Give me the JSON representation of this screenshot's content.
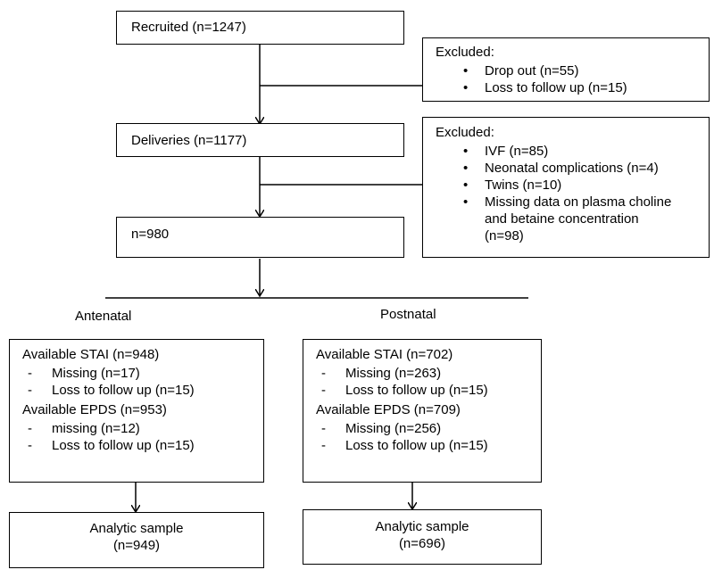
{
  "recruited": "Recruited (n=1247)",
  "excluded1": {
    "title": "Excluded:",
    "items": [
      "Drop out (n=55)",
      "Loss to follow up (n=15)"
    ]
  },
  "deliveries": "Deliveries (n=1177)",
  "excluded2": {
    "title": "Excluded:",
    "items": [
      "IVF (n=85)",
      "Neonatal complications (n=4)",
      "Twins (n=10)",
      "Missing data on plasma choline and betaine concentration (n=98)"
    ]
  },
  "n980": "n=980",
  "antenatal": {
    "label": "Antenatal",
    "stai": "Available STAI (n=948)",
    "stai_items": [
      "Missing (n=17)",
      "Loss to follow up (n=15)"
    ],
    "epds": "Available EPDS (n=953)",
    "epds_items": [
      "missing (n=12)",
      "Loss to follow up (n=15)"
    ],
    "sample_title": "Analytic sample",
    "sample_n": "(n=949)"
  },
  "postnatal": {
    "label": "Postnatal",
    "stai": "Available STAI (n=702)",
    "stai_items": [
      "Missing (n=263)",
      "Loss to follow up (n=15)"
    ],
    "epds": "Available EPDS (n=709)",
    "epds_items": [
      "Missing (n=256)",
      "Loss to follow up (n=15)"
    ],
    "sample_title": "Analytic sample",
    "sample_n": "(n=696)"
  }
}
